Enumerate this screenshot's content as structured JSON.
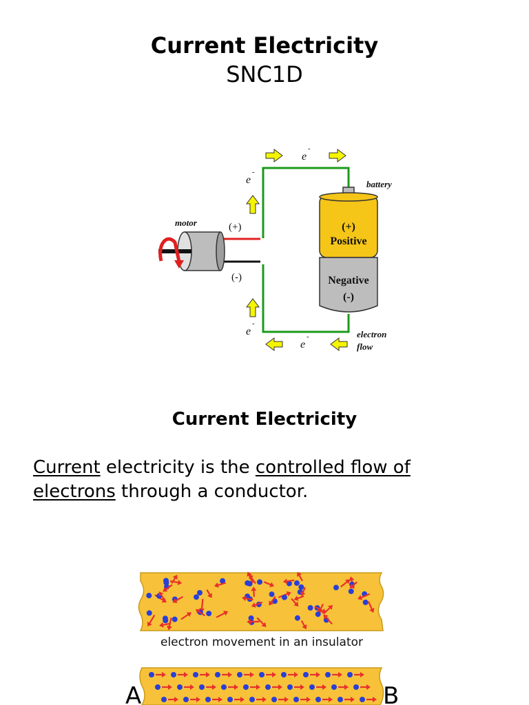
{
  "title": "Current Electricity",
  "subtitle": "SNC1D",
  "diagram": {
    "label_motor": "motor",
    "label_plus": "(+)",
    "label_minus": "(-)",
    "label_battery": "battery",
    "battery_pos_symbol": "(+)",
    "battery_pos_word": "Positive",
    "battery_neg_word": "Negative",
    "battery_neg_symbol": "(-)",
    "electron_symbol": "e",
    "electron_charge": "-",
    "label_flow_line1": "electron",
    "label_flow_line2": "flow",
    "colors": {
      "wire": "#1a9a1a",
      "arrow": "#f5f500",
      "battery_top": "#f5c518",
      "battery_bottom": "#bdbdbd",
      "motor_arrow": "#e02020",
      "red_lead": "#e02020"
    }
  },
  "section_title": "Current Electricity",
  "definition": {
    "w1": "Current",
    "w2": " electricity is the ",
    "w3": "controlled flow of",
    "w4": "electrons",
    "w5": " through a conductor."
  },
  "insulator_caption": "electron movement in an insulator",
  "conductor": {
    "label_a": "A",
    "label_b": "B"
  },
  "strip_colors": {
    "fill": "#f7c23a",
    "electron": "#2a3fd6",
    "arrow": "#e8302a"
  }
}
